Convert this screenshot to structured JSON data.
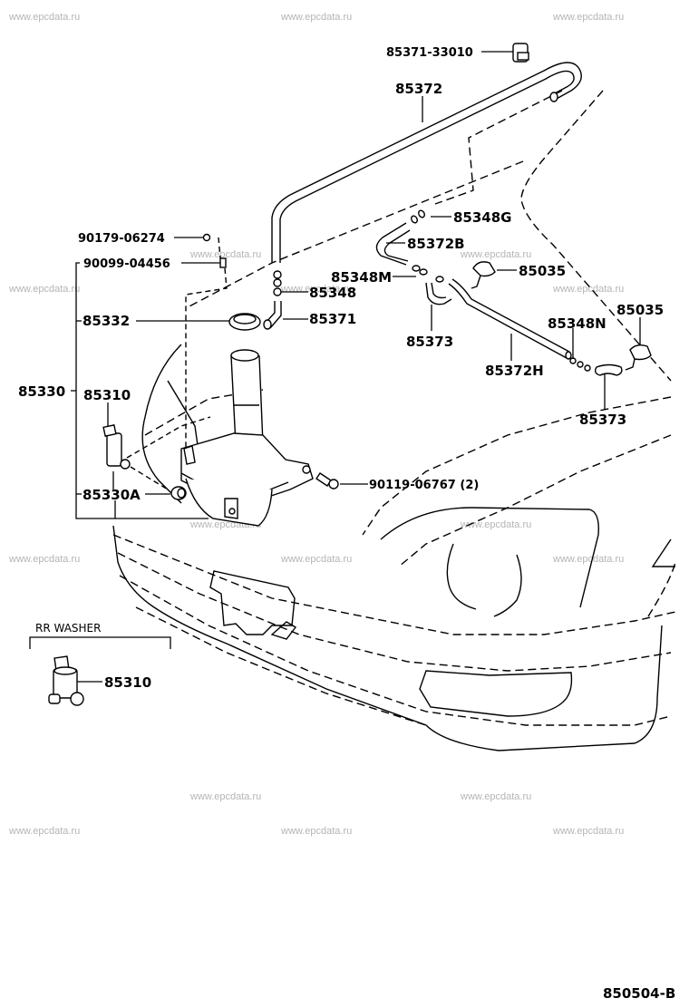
{
  "diagram": {
    "title": "Windshield / Headlamp Washer Parts Diagram",
    "figure_code": "850504-B",
    "watermark": "www.epcdata.ru",
    "section_label": "RR WASHER",
    "callouts": {
      "p85371_33010": "85371-33010",
      "p85372": "85372",
      "p85348G": "85348G",
      "p90179_06274": "90179-06274",
      "p85372B": "85372B",
      "p90099_04456": "90099-04456",
      "p85348M": "85348M",
      "p85035_a": "85035",
      "p85348": "85348",
      "p85332": "85332",
      "p85371": "85371",
      "p85035_b": "85035",
      "p85373_a": "85373",
      "p85348N": "85348N",
      "p85372H": "85372H",
      "p85330": "85330",
      "p85310": "85310",
      "p85373_b": "85373",
      "p90119_06767": "90119-06767 (2)",
      "p85330A": "85330A",
      "p85310_rr": "85310"
    }
  }
}
